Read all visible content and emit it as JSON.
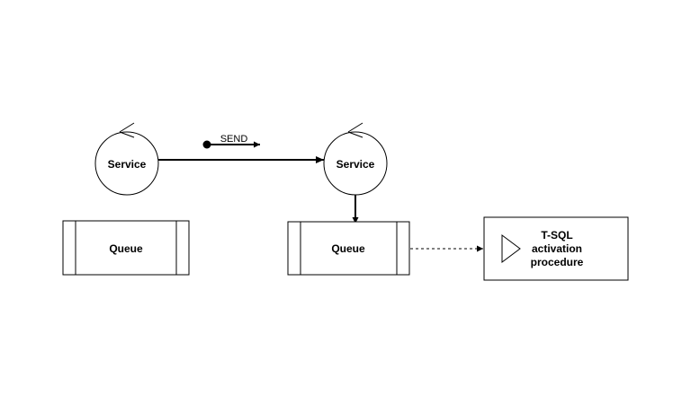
{
  "diagram": {
    "left_service": {
      "label": "Service"
    },
    "right_service": {
      "label": "Service"
    },
    "left_queue": {
      "label": "Queue"
    },
    "right_queue": {
      "label": "Queue"
    },
    "message_label": "SEND",
    "activation": {
      "line1": "T-SQL",
      "line2": "activation",
      "line3": "procedure"
    }
  }
}
